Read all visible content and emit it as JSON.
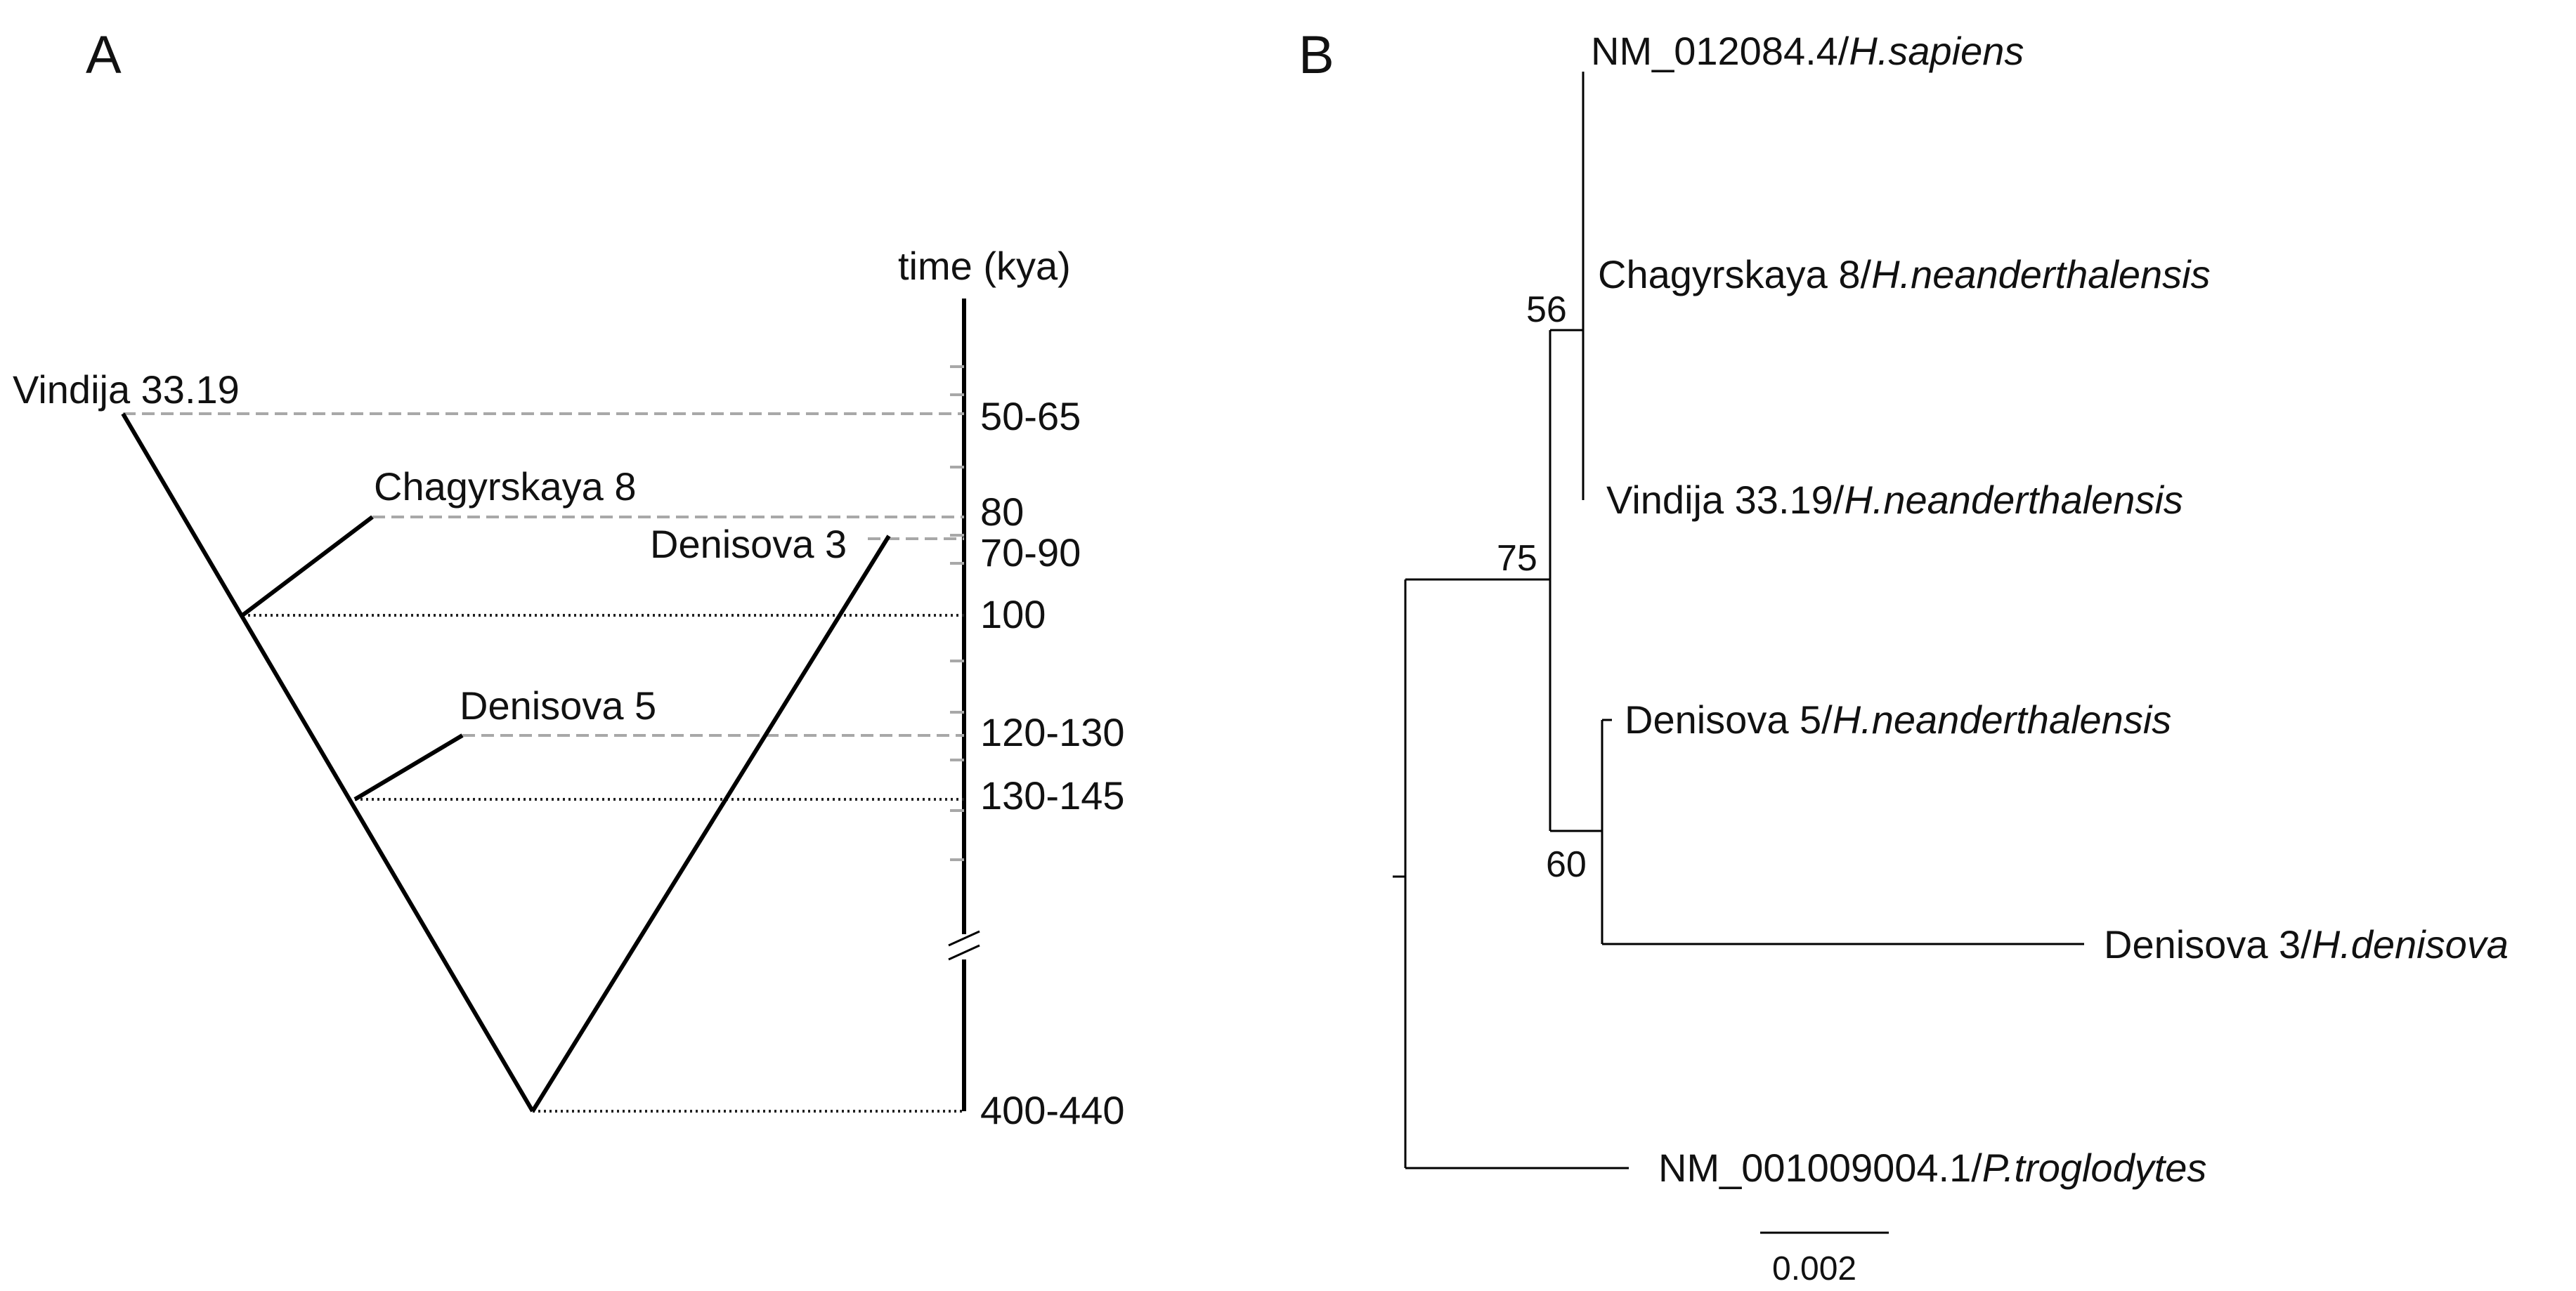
{
  "panel_a": {
    "letter": "A",
    "axis_title": "time (kya)",
    "time_ticks": [
      "50-65",
      "80",
      "70-90",
      "100",
      "120-130",
      "130-145",
      "400-440"
    ],
    "taxa": [
      "Vindija 33.19",
      "Chagyrskaya 8",
      "Denisova 3",
      "Denisova 5"
    ]
  },
  "panel_b": {
    "letter": "B",
    "tips": [
      {
        "accession": "NM_012084.4/",
        "species": "H.sapiens"
      },
      {
        "accession": "Chagyrskaya 8/",
        "species": "H.neanderthalensis"
      },
      {
        "accession": "Vindija 33.19/",
        "species": "H.neanderthalensis"
      },
      {
        "accession": "Denisova 5/",
        "species": "H.neanderthalensis"
      },
      {
        "accession": "Denisova 3/",
        "species": "H.denisova"
      },
      {
        "accession": "NM_001009004.1/",
        "species": "P.troglodytes"
      }
    ],
    "support_values": [
      "56",
      "75",
      "60"
    ],
    "scale_bar_label": "0.002"
  }
}
